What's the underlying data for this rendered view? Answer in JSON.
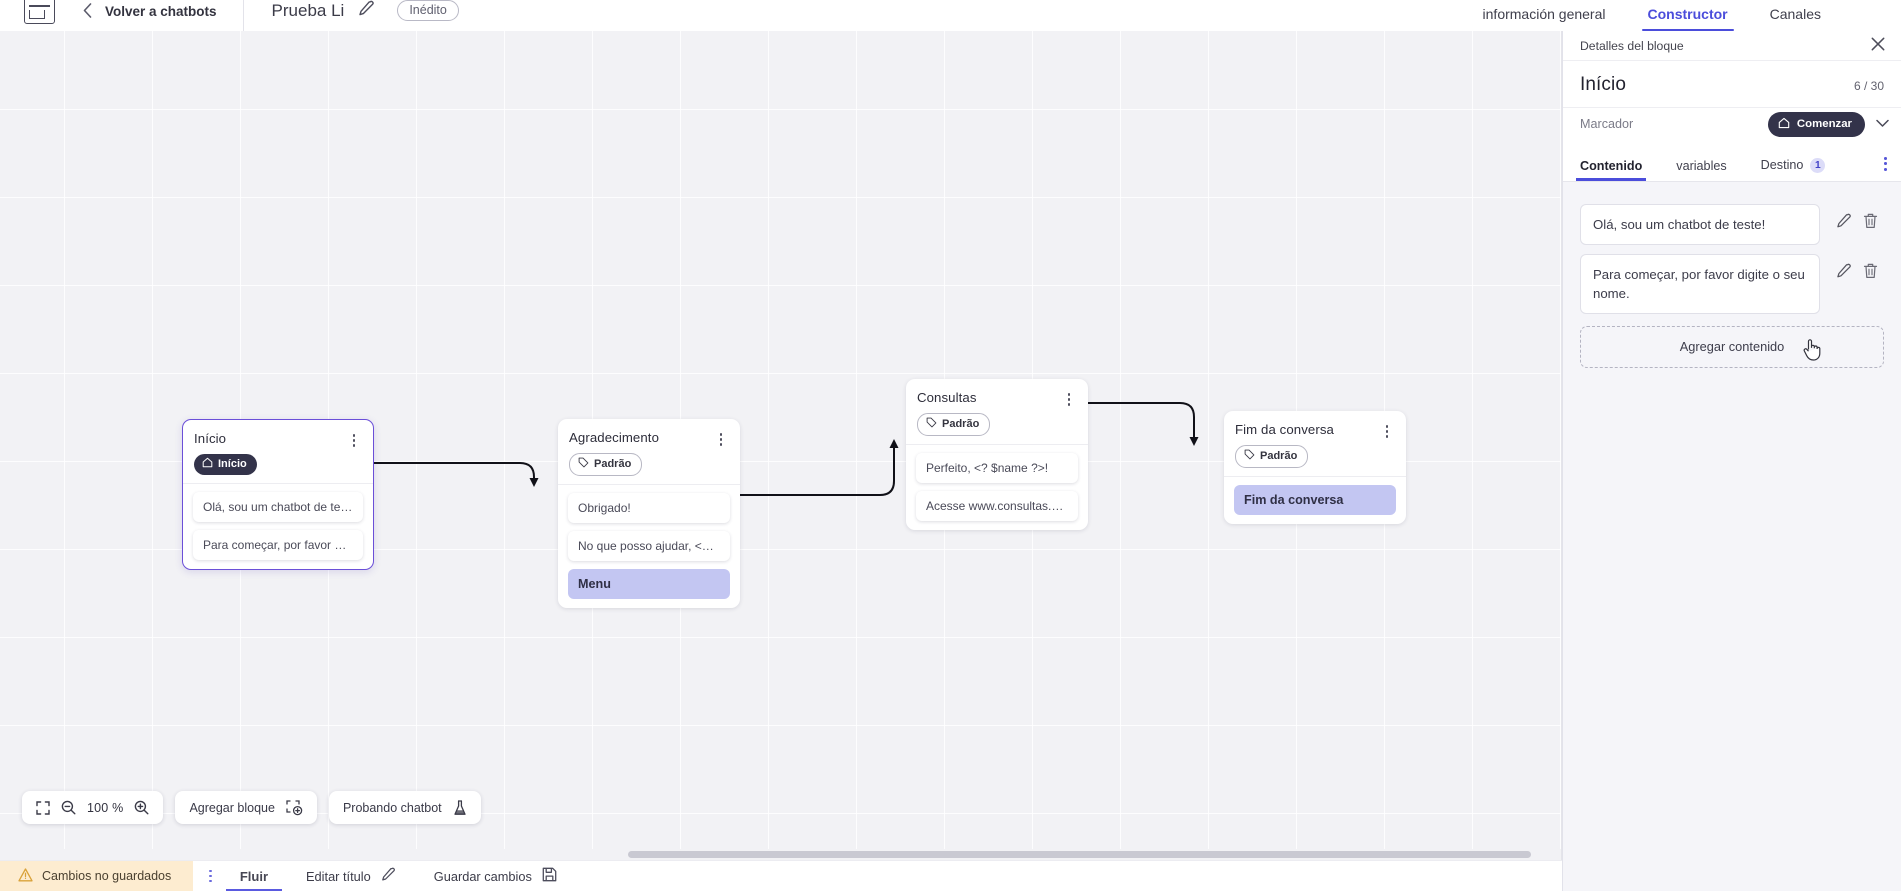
{
  "topbar": {
    "logo": "vta-logo",
    "back_label": "Volver a chatbots",
    "bot_title": "Prueba Li",
    "edit_icon": "pencil-icon",
    "status_badge": "Inédito",
    "tabs": [
      {
        "label": "información general",
        "active": false
      },
      {
        "label": "Constructor",
        "active": true
      },
      {
        "label": "Canales",
        "active": false
      }
    ]
  },
  "canvas": {
    "zoom_level": "100 %",
    "fit_icon": "fit-screen-icon",
    "zoom_out_icon": "zoom-out-icon",
    "zoom_in_icon": "zoom-in-icon",
    "add_block_label": "Agregar bloque",
    "add_block_icon": "add-block-icon",
    "test_chatbot_label": "Probando chatbot",
    "test_chatbot_icon": "flask-icon",
    "nodes": [
      {
        "id": "inicio",
        "title": "Início",
        "tag": "Início",
        "tag_type": "start",
        "tag_icon": "home-icon",
        "selected": true,
        "messages": [
          {
            "text": "Olá, sou um chatbot de teste!",
            "highlight": false
          },
          {
            "text": "Para começar, por favor digite o ...",
            "highlight": false
          }
        ]
      },
      {
        "id": "agradecimento",
        "title": "Agradecimento",
        "tag": "Padrão",
        "tag_type": "padrao",
        "tag_icon": "tag-icon",
        "selected": false,
        "messages": [
          {
            "text": "Obrigado!",
            "highlight": false
          },
          {
            "text": "No que posso ajudar, <? $name ...",
            "highlight": false
          },
          {
            "text": "Menu",
            "highlight": true
          }
        ]
      },
      {
        "id": "consultas",
        "title": "Consultas",
        "tag": "Padrão",
        "tag_type": "padrao",
        "tag_icon": "tag-icon",
        "selected": false,
        "messages": [
          {
            "text": "Perfeito, <? $name ?>!",
            "highlight": false
          },
          {
            "text": "Acesse www.consultas.com par...",
            "highlight": false
          }
        ]
      },
      {
        "id": "fim-da-conversa",
        "title": "Fim da conversa",
        "tag": "Padrão",
        "tag_type": "padrao",
        "tag_icon": "tag-icon",
        "selected": false,
        "messages": [
          {
            "text": "Fim da conversa",
            "highlight": true
          }
        ]
      }
    ]
  },
  "bottombar": {
    "unsaved_label": "Cambios no guardados",
    "warning_icon": "warning-icon",
    "kebab_icon": "kebab-icon",
    "flow_tab": "Fluir",
    "edit_title_label": "Editar título",
    "edit_title_icon": "pencil-icon",
    "save_label": "Guardar cambios",
    "save_icon": "save-disk-icon"
  },
  "panel": {
    "header_title": "Detalles del bloque",
    "close_icon": "close-icon",
    "block_title": "Início",
    "block_count": "6 / 30",
    "marcador_label": "Marcador",
    "marcador_chip": "Comenzar",
    "marcador_chip_icon": "home-icon",
    "marcador_chevron_icon": "chevron-down-icon",
    "tabs": [
      {
        "label": "Contenido",
        "active": true,
        "badge": null
      },
      {
        "label": "variables",
        "active": false,
        "badge": null
      },
      {
        "label": "Destino",
        "active": false,
        "badge": "1"
      }
    ],
    "tabs_kebab_icon": "kebab-icon",
    "contents": [
      {
        "text": "Olá, sou um chatbot de teste!",
        "edit_icon": "pencil-icon",
        "delete_icon": "trash-icon"
      },
      {
        "text": "Para começar, por favor digite o seu nome.",
        "edit_icon": "pencil-icon",
        "delete_icon": "trash-icon"
      }
    ],
    "add_content_label": "Agregar contenido"
  },
  "colors": {
    "accent": "#4b4ddb",
    "selected_border": "#6b4fd8",
    "dark_chip": "#33334a",
    "highlight_msg": "#c3c6f2",
    "unsaved_bg": "#fdecd0",
    "canvas_bg": "#f2f2f5",
    "panel_bg": "#f5f5f9"
  }
}
